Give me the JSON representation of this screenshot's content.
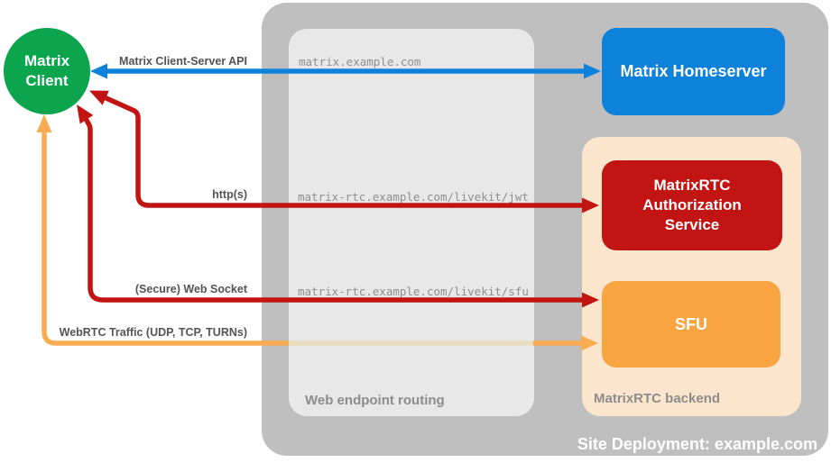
{
  "nodes": {
    "matrix_client": {
      "line1": "Matrix",
      "line2": "Client",
      "color": "#0BA54E"
    },
    "matrix_homeserver": {
      "label": "Matrix Homeserver",
      "color": "#0E82DA"
    },
    "auth_service": {
      "label": "MatrixRTC Authorization Service",
      "color": "#C31414"
    },
    "sfu": {
      "label": "SFU",
      "color": "#F8A440"
    }
  },
  "groups": {
    "site_deployment": {
      "label": "Site Deployment: example.com",
      "color": "#BFBFBF"
    },
    "web_endpoint_routing": {
      "label": "Web endpoint routing",
      "color": "#E8E8E8"
    },
    "matrixrtc_backend": {
      "label": "MatrixRTC backend",
      "color": "#FBE5CC"
    }
  },
  "routes": {
    "homeserver_url": "matrix.example.com",
    "jwt_url": "matrix-rtc.example.com/livekit/jwt",
    "sfu_url": "matrix-rtc.example.com/livekit/sfu"
  },
  "connections": [
    {
      "label": "Matrix Client-Server API",
      "from": "Matrix Client",
      "to": "Matrix Homeserver",
      "color": "#0E82DA",
      "bidirectional": true
    },
    {
      "label": "http(s)",
      "from": "Matrix Client",
      "to": "MatrixRTC Authorization Service",
      "color": "#C31414",
      "bidirectional": true
    },
    {
      "label": "(Secure) Web Socket",
      "from": "Matrix Client",
      "to": "SFU",
      "color": "#C31414",
      "bidirectional": true
    },
    {
      "label": "WebRTC Traffic (UDP, TCP, TURNs)",
      "from": "Matrix Client",
      "to": "SFU",
      "color": "#F9AC51",
      "bidirectional": true
    }
  ],
  "colors": {
    "background": "#FFFFFF",
    "outer_container": "#BFBFBF",
    "routing_box": "#E8E8E8",
    "backend_box": "#FBE5CC",
    "client_green": "#0BA54E",
    "homeserver_blue": "#0E82DA",
    "auth_red": "#C31414",
    "sfu_orange": "#F8A440",
    "webrtc_arrow_orange": "#F9AC51",
    "label_gray": "#8C8C8C",
    "arrow_label_gray": "#545454",
    "url_text_gray": "#8F8F8F"
  }
}
